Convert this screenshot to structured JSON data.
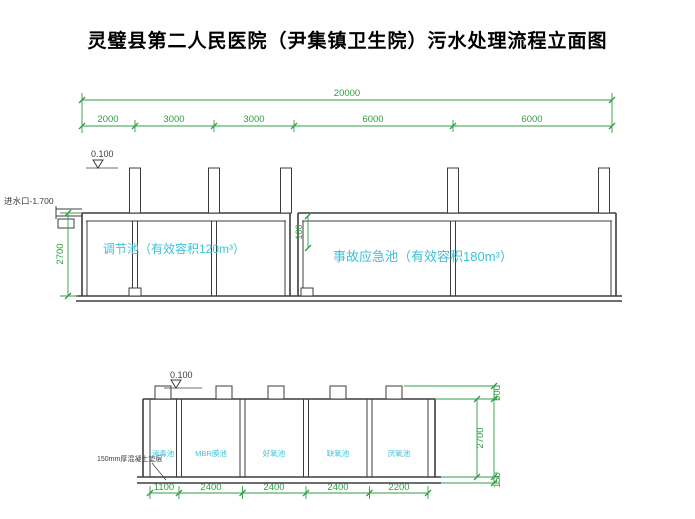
{
  "title": "灵璧县第二人民医院（尹集镇卫生院）污水处理流程立面图",
  "colors": {
    "dimension_green": "#2f9e44",
    "label_cyan": "#3bc3d8",
    "line_dark": "#3d3d3d",
    "background": "#ffffff"
  },
  "upper_drawing": {
    "total_dimension": "20000",
    "segment_dimensions": [
      "2000",
      "3000",
      "3000",
      "6000",
      "6000"
    ],
    "elevation_mark": "0.100",
    "inlet_label": "进水口-1.700",
    "height_dimension": "2700",
    "joint_dimension": "100",
    "tank_labels": [
      "调节池（有效容积120m³）",
      "事故应急池（有效容积180m³）"
    ]
  },
  "lower_drawing": {
    "elevation_mark": "0.100",
    "foundation_note": "150mm厚混凝土垫层",
    "compartment_labels": [
      "消毒池",
      "MBR膜池",
      "好氧池",
      "缺氧池",
      "厌氧池"
    ],
    "bottom_dimensions": [
      "1100",
      "2400",
      "2400",
      "2400",
      "2200"
    ],
    "right_dimensions": [
      "500",
      "2700",
      "150"
    ]
  }
}
